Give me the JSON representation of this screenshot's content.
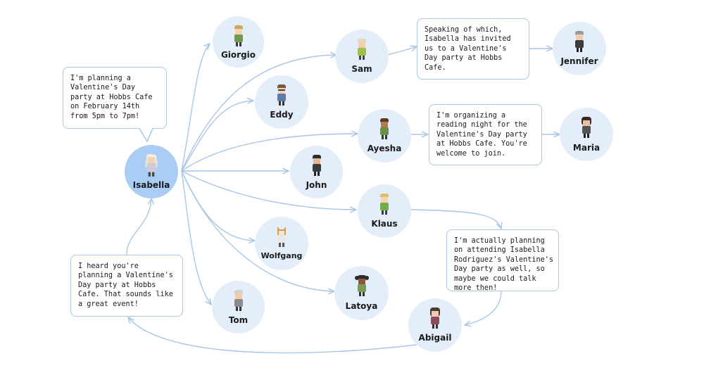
{
  "nodes": {
    "isabella": "Isabella",
    "giorgio": "Giorgio",
    "eddy": "Eddy",
    "john": "John",
    "wolfgang": "Wolfgang",
    "tom": "Tom",
    "sam": "Sam",
    "ayesha": "Ayesha",
    "klaus": "Klaus",
    "latoya": "Latoya",
    "abigail": "Abigail",
    "jennifer": "Jennifer",
    "maria": "Maria"
  },
  "bubbles": {
    "isabella": "I'm planning a\nValentine's Day\nparty at Hobbs Cafe\non February 14th\nfrom 5pm to 7pm!",
    "sam": "Speaking of which,\nIsabella has invited\nus to a Valentine's\nDay party at Hobbs\nCafe.",
    "ayesha": "I'm organizing a\nreading night for the\nValentine's Day party\nat Hobbs Cafe. You're\nwelcome to join.",
    "klaus": "I'm actually planning\non attending Isabella\nRodriguez's Valentine's\nDay party as well, so\nmaybe we could talk\nmore then!",
    "abigail": "I heard you're\nplanning a Valentine's\nDay party at Hobbs\nCafe. That sounds like\na great event!"
  },
  "colors": {
    "edge": "#a9c6e4",
    "node_fill": "#e4eefb",
    "main_node_fill": "#a9cdf4",
    "bubble_border": "#a9c6e4"
  }
}
